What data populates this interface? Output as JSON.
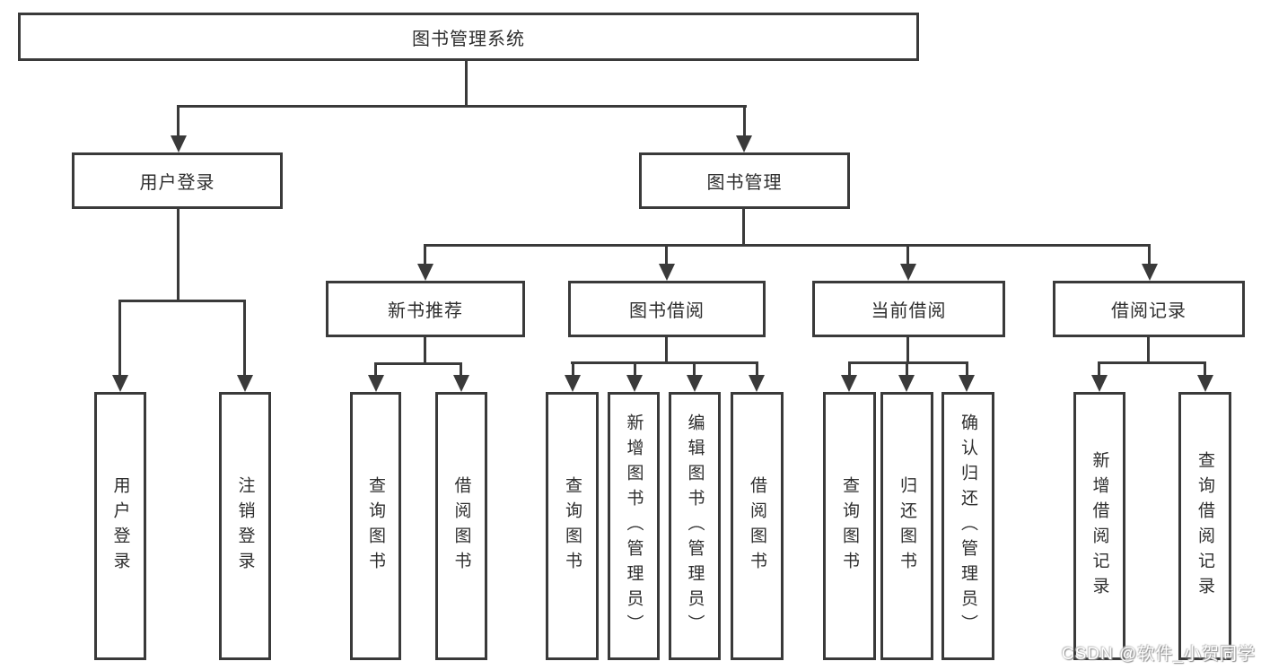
{
  "diagram_title": "图书管理系统",
  "tree": {
    "root": {
      "label": "图书管理系统"
    },
    "branches": [
      {
        "label": "用户登录",
        "children": [
          {
            "label": "用户登录"
          },
          {
            "label": "注销登录"
          }
        ]
      },
      {
        "label": "图书管理",
        "children": [
          {
            "label": "新书推荐",
            "children": [
              {
                "label": "查询图书"
              },
              {
                "label": "借阅图书"
              }
            ]
          },
          {
            "label": "图书借阅",
            "children": [
              {
                "label": "查询图书"
              },
              {
                "label": "新增图书（管理员）"
              },
              {
                "label": "编辑图书（管理员）"
              },
              {
                "label": "借阅图书"
              }
            ]
          },
          {
            "label": "当前借阅",
            "children": [
              {
                "label": "查询图书"
              },
              {
                "label": "归还图书"
              },
              {
                "label": "确认归还（管理员）"
              }
            ]
          },
          {
            "label": "借阅记录",
            "children": [
              {
                "label": "新增借阅记录"
              },
              {
                "label": "查询借阅记录"
              }
            ]
          }
        ]
      }
    ]
  },
  "watermark": {
    "text": "CSDN @软件_小贺同学"
  },
  "colors": {
    "line": "#3a3a3a",
    "text": "#2e2e2e",
    "background": "#ffffff",
    "watermark_text": "#ffffff"
  }
}
